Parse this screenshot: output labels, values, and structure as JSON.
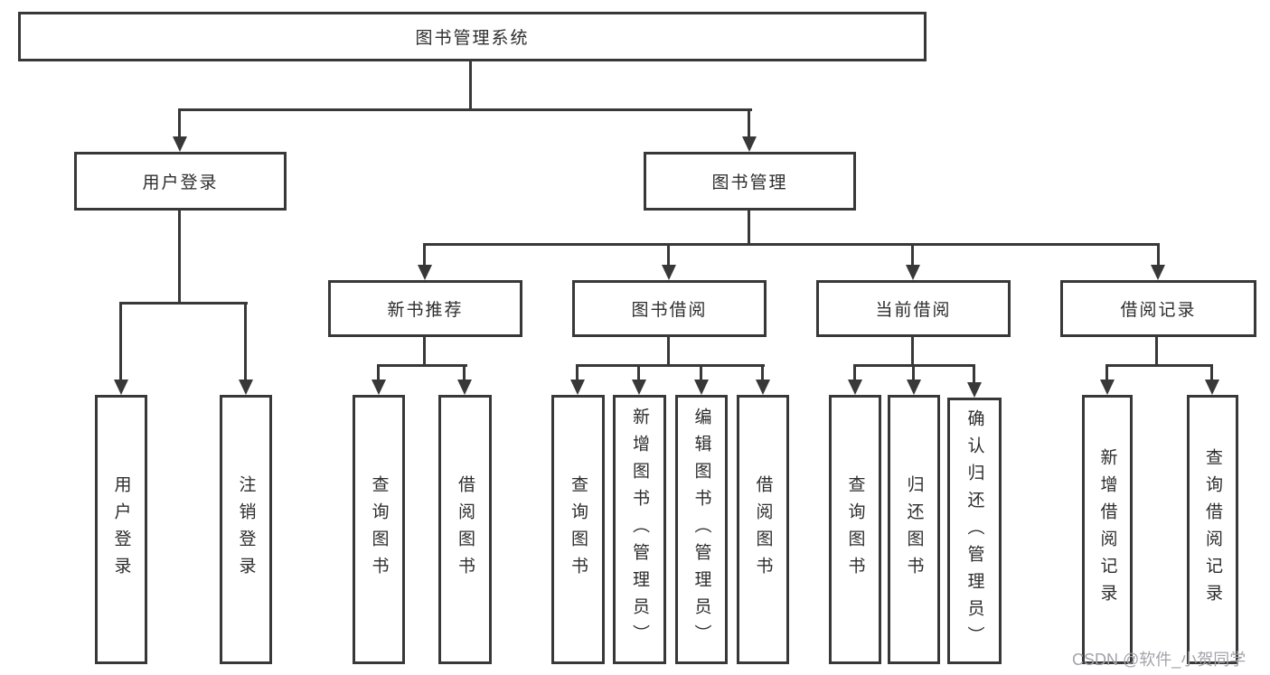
{
  "diagram": {
    "title_node": "图书管理系统",
    "branches": {
      "user_login": {
        "label": "用户登录",
        "children": {
          "login": "用户登录",
          "logout": "注销登录"
        }
      },
      "book_mgmt": {
        "label": "图书管理",
        "children": {
          "new_book_rec": {
            "label": "新书推荐",
            "children": {
              "query": "查询图书",
              "borrow": "借阅图书"
            }
          },
          "book_borrow": {
            "label": "图书借阅",
            "children": {
              "query": "查询图书",
              "add": "新增图书（管理员）",
              "edit": "编辑图书（管理员）",
              "borrow": "借阅图书"
            }
          },
          "current_borrow": {
            "label": "当前借阅",
            "children": {
              "query": "查询图书",
              "return": "归还图书",
              "confirm": "确认归还（管理员）"
            }
          },
          "borrow_records": {
            "label": "借阅记录",
            "children": {
              "add": "新增借阅记录",
              "query": "查询借阅记录"
            }
          }
        }
      }
    }
  },
  "watermark": "CSDN @软件_小贺同学",
  "colors": {
    "line": "#383838",
    "box_border": "#383838",
    "text": "#2d2d2d",
    "watermark": "#a3a4a9",
    "background": "#ffffff"
  }
}
